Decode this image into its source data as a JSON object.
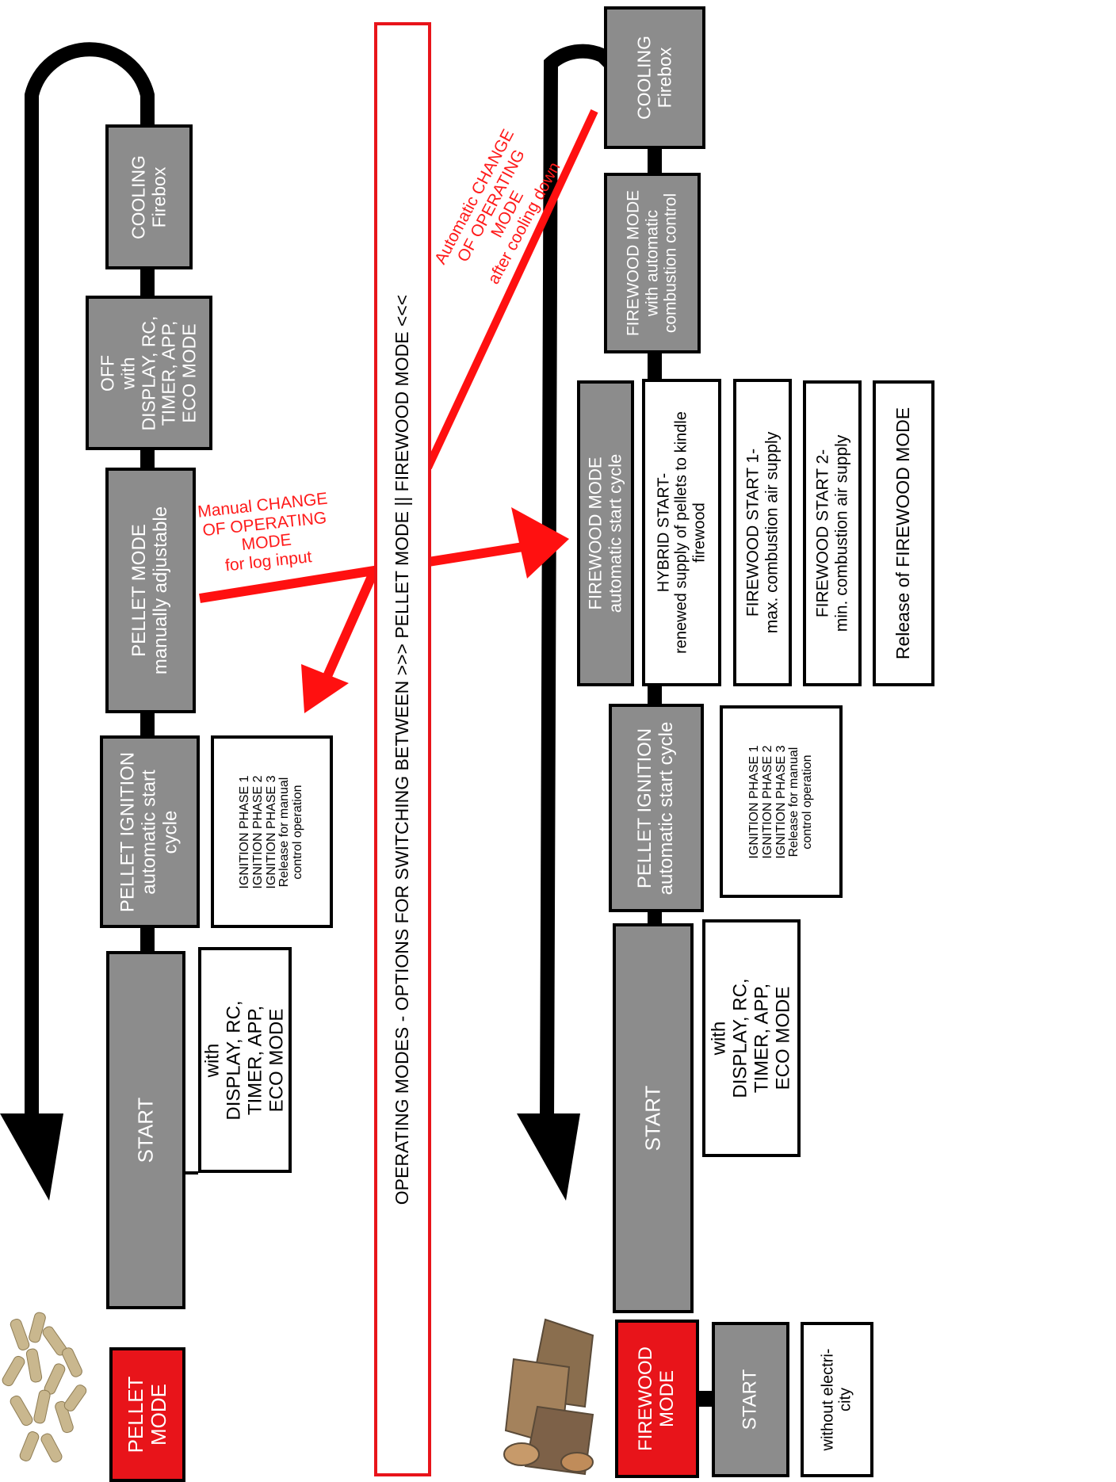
{
  "central_banner": "OPERATING MODES - OPTIONS FOR SWITCHING BETWEEN >>> PELLET MODE || FIREWOOD MODE <<<",
  "pellet_row": {
    "mode": [
      "PELLET",
      "MODE"
    ],
    "start": "START",
    "start_note": [
      "with",
      "DISPLAY, RC,",
      "TIMER, APP,",
      "ECO MODE"
    ],
    "ignition": [
      "PELLET IGNITION",
      "automatic start",
      "cycle"
    ],
    "ignition_phases": [
      "IGNITION PHASE 1",
      "IGNITION PHASE 2",
      "IGNITION PHASE 3",
      "Release for manual",
      "control operation"
    ],
    "pellet_mode": [
      "PELLET MODE",
      "manually adjustable"
    ],
    "off": [
      "OFF",
      "with",
      "DISPLAY, RC,",
      "TIMER, APP,",
      "ECO MODE"
    ],
    "cooling": [
      "COOLING",
      "Firebox"
    ]
  },
  "firewood_row": {
    "mode": [
      "FIREWOOD",
      "MODE"
    ],
    "start": "START",
    "start_note": [
      "with",
      "DISPLAY, RC,",
      "TIMER, APP,",
      "ECO MODE"
    ],
    "start2": "START",
    "start2_note": [
      "without electri-",
      "city"
    ],
    "ignition": [
      "PELLET IGNITION",
      "automatic start cycle"
    ],
    "ignition_phases": [
      "IGNITION PHASE 1",
      "IGNITION PHASE 2",
      "IGNITION PHASE 3",
      "Release for manual",
      "control operation"
    ],
    "firewood_start_cycle": [
      "FIREWOOD MODE",
      "automatic start cycle"
    ],
    "hybrid": [
      "HYBRID START-",
      "renewed supply of pellets to kindle",
      "firewood"
    ],
    "fw_start1": [
      "FIREWOOD START 1-",
      "max. combustion air supply"
    ],
    "fw_start2": [
      "FIREWOOD START 2-",
      "min. combustion air supply"
    ],
    "release": "Release of FIREWOOD MODE",
    "firewood_mode": [
      "FIREWOOD MODE",
      "with automatic",
      "combustion control"
    ],
    "cooling": [
      "COOLING",
      "Firebox"
    ]
  },
  "annotations": {
    "manual": [
      "Manual CHANGE",
      "OF OPERATING",
      "MODE",
      "for log input"
    ],
    "automatic": [
      "Automatic CHANGE",
      "OF OPERATING",
      "MODE",
      "after cooling down"
    ]
  },
  "colors": {
    "gray": "#8c8c8c",
    "red": "#e8141a",
    "annotation": "#ff1a1a"
  }
}
